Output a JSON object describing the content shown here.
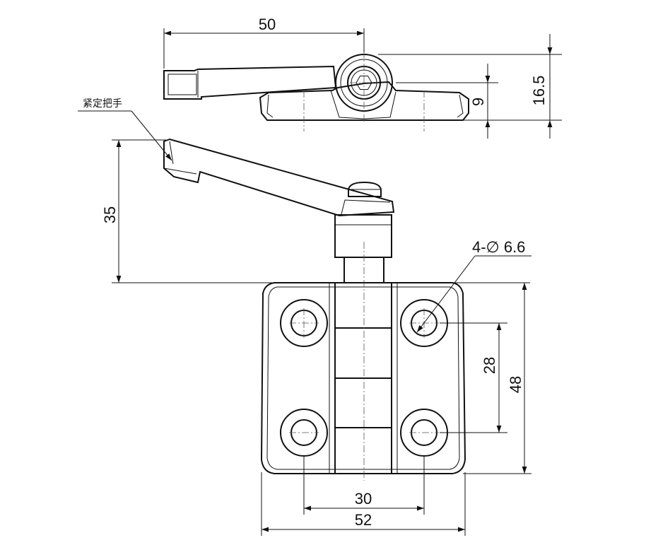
{
  "drawing": {
    "title": "",
    "dimensions": {
      "top_length": "50",
      "total_height": "16.5",
      "body_height": "9",
      "handle_height": "35",
      "hole_callout": "4-∅ 6.6",
      "hole_pitch_vertical": "28",
      "body_height_vertical": "48",
      "hole_pitch_horizontal": "30",
      "body_width": "52"
    },
    "callouts": {
      "handle_label": "紧定把手"
    }
  }
}
